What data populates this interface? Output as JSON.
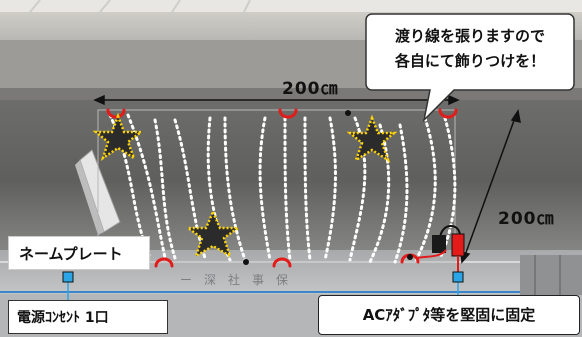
{
  "callout": {
    "line1": "渡り線を張りますので",
    "line2": "各自にて飾りつけを！"
  },
  "dimensions": {
    "width": "200㎝",
    "height": "200㎝"
  },
  "labels": {
    "nameplate": "ネームプレート",
    "outlet": "電源ｺﾝｾﾝﾄ 1口",
    "adapter": "ACｱﾀﾞﾌﾟﾀ等を堅固に固定"
  },
  "colors": {
    "accent_red": "#e31b1b",
    "outlet_blue": "#2aa6e8",
    "star_yellow": "#ffd400"
  }
}
